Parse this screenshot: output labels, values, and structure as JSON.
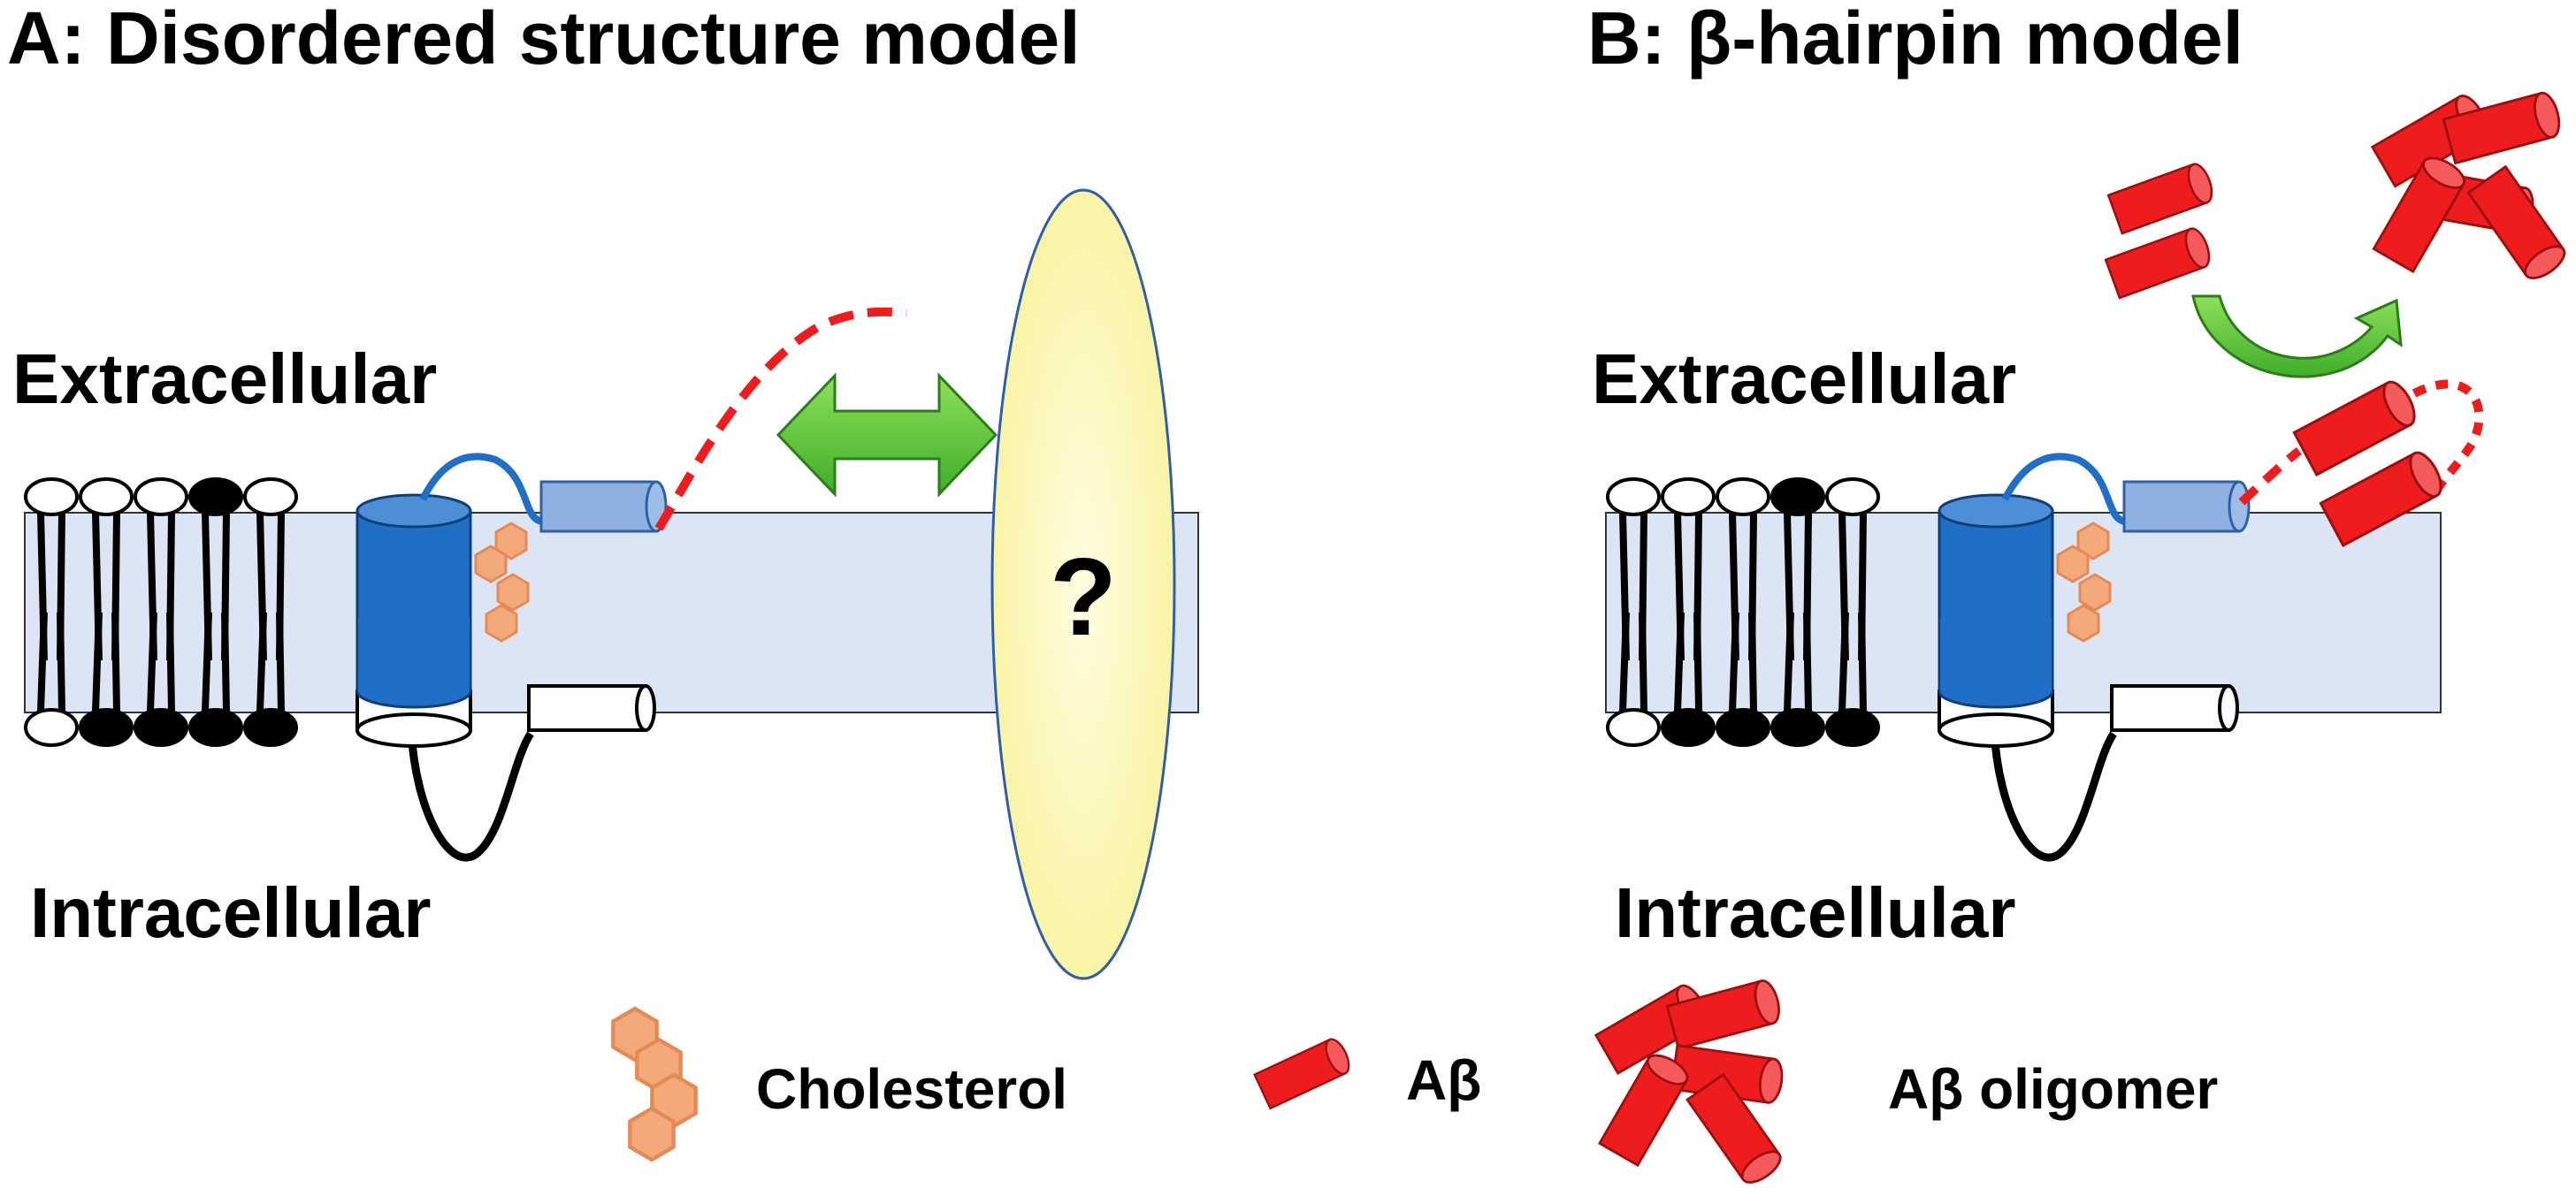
{
  "panels": {
    "a": {
      "title": "A: Disordered structure model",
      "extracellular": "Extracellular",
      "intracellular": "Intracellular",
      "unknown_mark": "?"
    },
    "b": {
      "title": "B: β-hairpin model",
      "extracellular": "Extracellular",
      "intracellular": "Intracellular"
    }
  },
  "legend": {
    "cholesterol": "Cholesterol",
    "abeta": "Aβ",
    "oligomer": "Aβ oligomer"
  },
  "colors": {
    "membrane": "#dbe5f3",
    "tm_helix": "#1f6fc6",
    "jm_helix": "#8eb1e2",
    "abeta": "#ee1c1c",
    "cholesterol": "#f4a97a",
    "double_arrow": "#6bcf3c",
    "curved_arrow": "#6bcf3c",
    "unknown_partner": "#fbf6b8"
  }
}
